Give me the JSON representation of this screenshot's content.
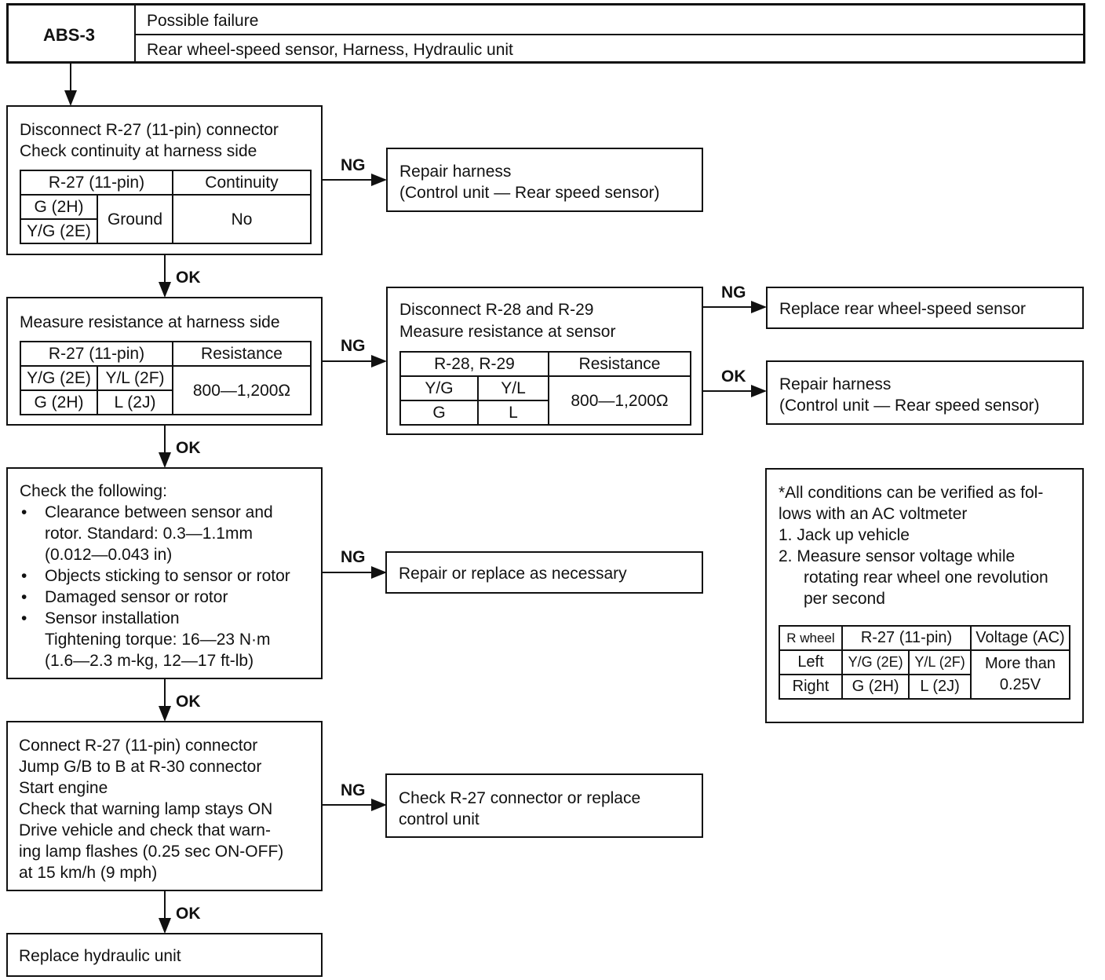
{
  "header": {
    "code": "ABS-3",
    "possible_failure_label": "Possible failure",
    "possible_failure_value": "Rear wheel-speed sensor, Harness, Hydraulic unit"
  },
  "step1": {
    "line1": "Disconnect R-27 (11-pin) connector",
    "line2": "Check continuity at harness side",
    "table": {
      "col1": "R-27 (11-pin)",
      "col2": "Continuity",
      "pin1": "G (2H)",
      "pin2": "Y/G (2E)",
      "ground": "Ground",
      "result": "No"
    },
    "ng_label": "NG",
    "ng_result": {
      "line1": "Repair harness",
      "line2": "(Control unit — Rear speed sensor)"
    },
    "ok_label": "OK"
  },
  "step2": {
    "line1": "Measure resistance at harness side",
    "table": {
      "col1": "R-27 (11-pin)",
      "col2": "Resistance",
      "r1c1": "Y/G (2E)",
      "r1c2": "Y/L (2F)",
      "r2c1": "G (2H)",
      "r2c2": "L (2J)",
      "value": "800—1,200Ω"
    },
    "ng_label": "NG",
    "ok_label": "OK"
  },
  "step2b": {
    "line1": "Disconnect R-28 and R-29",
    "line2": "Measure resistance at sensor",
    "table": {
      "col1": "R-28, R-29",
      "col2": "Resistance",
      "r1c1": "Y/G",
      "r1c2": "Y/L",
      "r2c1": "G",
      "r2c2": "L",
      "value": "800—1,200Ω"
    },
    "ng_label": "NG",
    "ng_result": "Replace rear wheel-speed sensor",
    "ok_label": "OK",
    "ok_result": {
      "line1": "Repair harness",
      "line2": "(Control unit — Rear speed sensor)"
    }
  },
  "step3": {
    "title": "Check the following:",
    "b1": [
      "Clearance between sensor and",
      "rotor. Standard: 0.3—1.1mm",
      "(0.012—0.043 in)"
    ],
    "b2": "Objects sticking to sensor or rotor",
    "b3": "Damaged sensor or rotor",
    "b4": [
      "Sensor installation",
      "Tightening torque: 16—23 N·m",
      "(1.6—2.3 m-kg, 12—17 ft-lb)"
    ],
    "ng_label": "NG",
    "ng_result": "Repair or replace as necessary",
    "ok_label": "OK"
  },
  "step4": {
    "lines": [
      "Connect R-27 (11-pin) connector",
      "Jump G/B to B at R-30 connector",
      "Start engine",
      "Check that warning lamp stays ON",
      "Drive vehicle and check that warn-",
      "ing lamp flashes (0.25 sec ON-OFF)",
      "at 15 km/h (9 mph)"
    ],
    "ng_label": "NG",
    "ng_result": {
      "line1": "Check R-27 connector or replace",
      "line2": "control unit"
    },
    "ok_label": "OK"
  },
  "step5": {
    "line1": "Replace hydraulic unit"
  },
  "note": {
    "lines": [
      "*All conditions can be verified as fol-",
      "lows with an AC voltmeter",
      "1.  Jack up vehicle",
      "2.  Measure sensor voltage while",
      "rotating rear wheel one revolution",
      "per second"
    ],
    "table": {
      "col1": "R wheel",
      "col2": "R-27 (11-pin)",
      "col3": "Voltage (AC)",
      "left": "Left",
      "left_a": "Y/G (2E)",
      "left_b": "Y/L (2F)",
      "right": "Right",
      "right_a": "G (2H)",
      "right_b": "L (2J)",
      "value": "More than 0.25V"
    }
  }
}
